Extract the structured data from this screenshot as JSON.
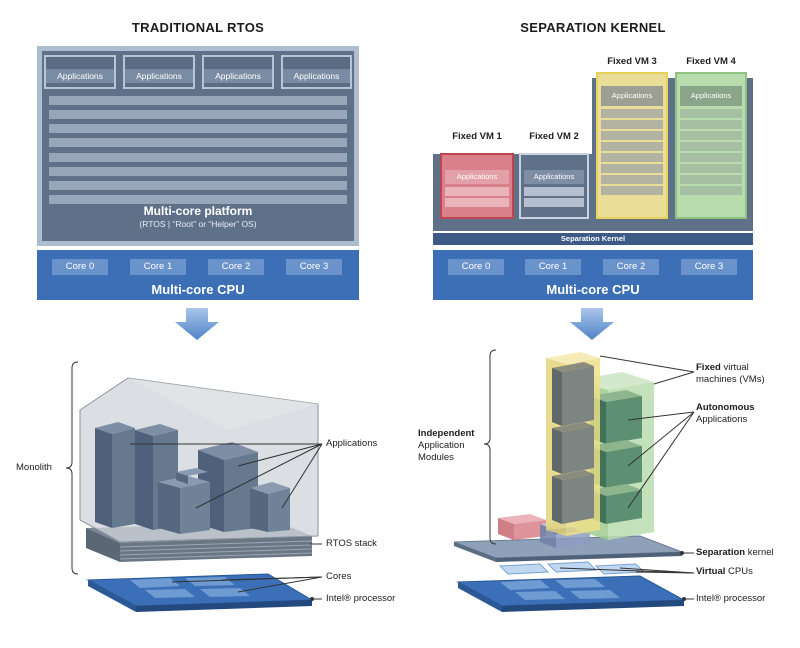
{
  "left": {
    "title": "TRADITIONAL RTOS",
    "applications": [
      "Applications",
      "Applications",
      "Applications",
      "Applications"
    ],
    "platform_title": "Multi-core platform",
    "platform_subtitle": "(RTOS | “Root” or “Helper” OS)",
    "cores": [
      "Core 0",
      "Core 1",
      "Core 2",
      "Core 3"
    ],
    "cpu_label": "Multi-core CPU",
    "bottom_labels": {
      "monolith": "Monolith",
      "applications": "Applications",
      "rtos_stack": "RTOS stack",
      "cores": "Cores",
      "processor": "Intel® processor"
    }
  },
  "right": {
    "title": "SEPARATION KERNEL",
    "vms": [
      {
        "label": "Fixed VM 1",
        "app": "Applications",
        "color": "#d9808a"
      },
      {
        "label": "Fixed VM 2",
        "app": "Applications",
        "color": "#b5bfd0"
      },
      {
        "label": "Fixed VM 3",
        "app": "Applications",
        "color": "#efe08a"
      },
      {
        "label": "Fixed VM 4",
        "app": "Applications",
        "color": "#b8dcae"
      }
    ],
    "separation_kernel_bar": "Separation Kernel",
    "cores": [
      "Core 0",
      "Core 1",
      "Core 2",
      "Core 3"
    ],
    "cpu_label": "Multi-core CPU",
    "bottom_labels": {
      "fixed_bold": "Fixed",
      "fixed_rest": " virtual",
      "fixed_line2": "machines (VMs)",
      "autonomous_bold": "Autonomous",
      "autonomous_line2": "Applications",
      "independent_bold": "Independent",
      "independent_line2": "Application",
      "independent_line3": "Modules",
      "separation_bold": "Separation",
      "separation_rest": " kernel",
      "virtual_bold": "Virtual",
      "virtual_rest": " CPUs",
      "processor": "Intel® processor"
    }
  }
}
